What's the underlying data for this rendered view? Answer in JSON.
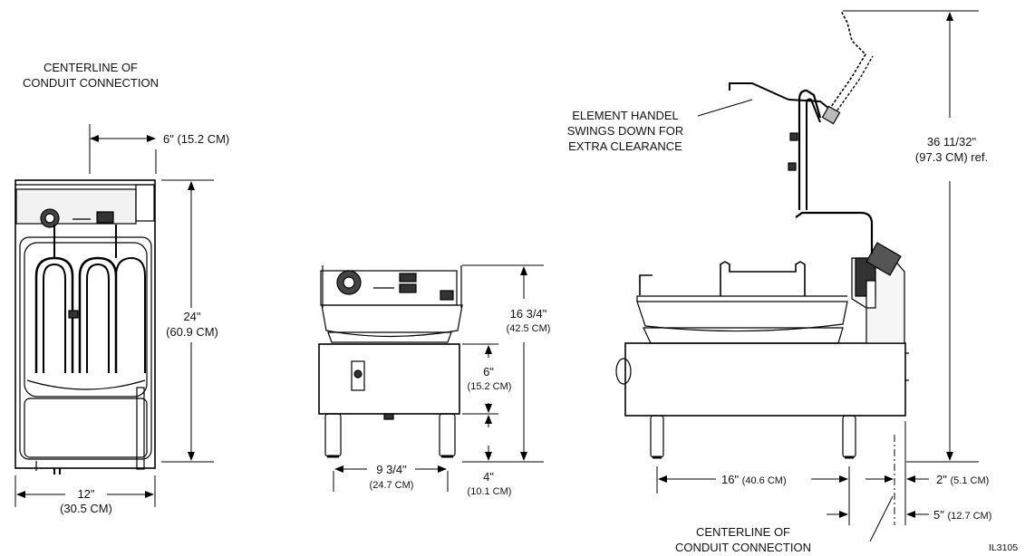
{
  "left_view": {
    "centerline_label_1": "CENTERLINE OF",
    "centerline_label_2": "CONDUIT CONNECTION",
    "offset_dim": "6\" (15.2 CM)",
    "height_dim_in": "24\"",
    "height_dim_cm": "(60.9 CM)",
    "width_dim_in": "12\"",
    "width_dim_cm": "(30.5 CM)"
  },
  "front_view": {
    "height_dim_in": "16 3/4\"",
    "height_dim_cm": "(42.5 CM)",
    "body_dim_in": "6\"",
    "body_dim_cm": "(15.2 CM)",
    "leg_dim_in": "4\"",
    "leg_dim_cm": "(10.1 CM)",
    "width_dim_in": "9 3/4\"",
    "width_dim_cm": "(24.7 CM)"
  },
  "side_view": {
    "handle_note_1": "ELEMENT HANDEL",
    "handle_note_2": "SWINGS DOWN FOR",
    "handle_note_3": "EXTRA CLEARANCE",
    "overall_dim_in": "36 11/32\"",
    "overall_dim_cm": "(97.3 CM) ref.",
    "depth_dim_in": "16\"",
    "depth_dim_cm": "(40.6 CM)",
    "rear_dim_in": "2\"",
    "rear_dim_cm": "(5.1 CM)",
    "conduit_dim_in": "5\"",
    "conduit_dim_cm": "(12.7 CM)",
    "centerline_label_1": "CENTERLINE OF",
    "centerline_label_2": "CONDUIT CONNECTION"
  },
  "figure_id": "IL3105"
}
